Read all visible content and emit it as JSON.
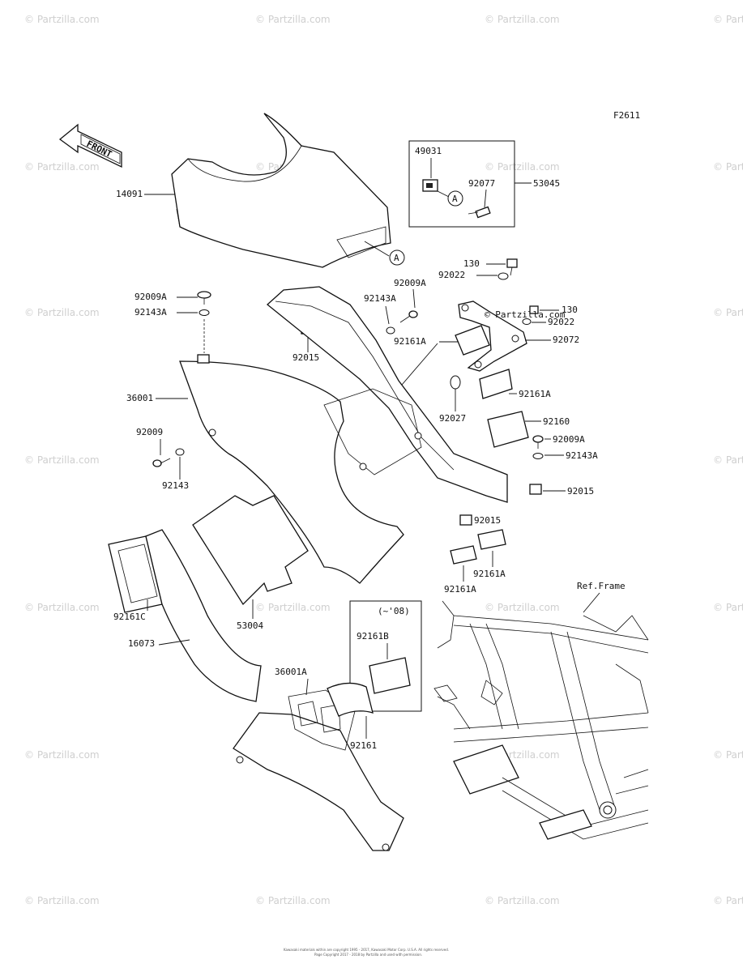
{
  "diagram_id": "F2611",
  "front_label": "FRONT",
  "ref_frame_label": "Ref.Frame",
  "variant_note": "(~'08)",
  "callout_letter": "A",
  "watermark": "© Partzilla.com",
  "copyright": "Kawasaki materials within are copyright 1995 - 2017, Kawasaki Motor Corp. U.S.A. All rights reserved.",
  "copyright2": "Page Copyright 2017 - 2018 by Partzilla and used with permission.",
  "parts": {
    "p14091": "14091",
    "p49031": "49031",
    "p92077": "92077",
    "p53045": "53045",
    "p130a": "130",
    "p92022a": "92022",
    "p92009A_top": "92009A",
    "p92009A_l": "92009A",
    "p92143A_top": "92143A",
    "p92143A_l": "92143A",
    "p130b": "130",
    "p92022b": "92022",
    "p92015_a": "92015",
    "p92161A_a": "92161A",
    "p92072": "92072",
    "p36001": "36001",
    "p92161A_b": "92161A",
    "p92027": "92027",
    "p92160": "92160",
    "p92009": "92009",
    "p92009A_r": "92009A",
    "p92143A_r": "92143A",
    "p92143": "92143",
    "p92015_b": "92015",
    "p92015_c": "92015",
    "p92161A_c": "92161A",
    "p92161A_d": "92161A",
    "p92161C": "92161C",
    "p53004": "53004",
    "p16073": "16073",
    "p92161B": "92161B",
    "p36001A": "36001A",
    "p92161": "92161"
  }
}
